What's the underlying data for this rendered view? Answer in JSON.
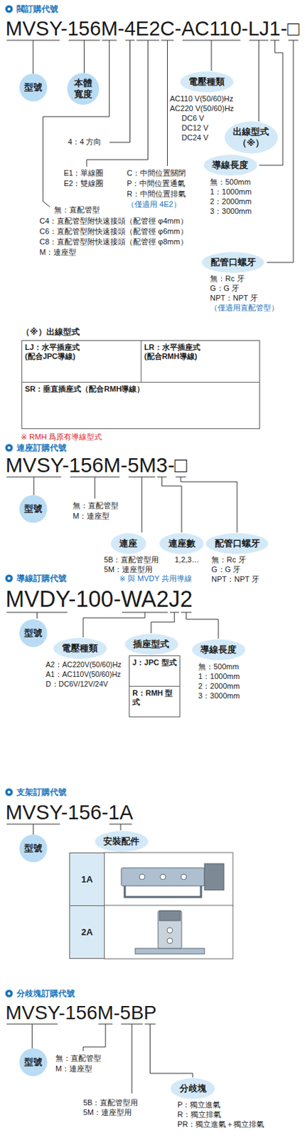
{
  "diagram": {
    "nodes": [
      {
        "text": [
          "型號"
        ]
      },
      {
        "text": [
          "本體寬度"
        ]
      },
      {
        "text": [
          "電壓種類"
        ]
      },
      {
        "text": [
          "出線型式",
          "（※）"
        ]
      },
      {
        "text": [
          "導線長度"
        ]
      },
      {
        "text": [
          "配管口螺牙"
        ]
      },
      {
        "text": [
          "（※）出線型式"
        ]
      },
      {
        "text": [
          "LJ：水平插座式 (配合JPC導線)"
        ],
        "in": 6
      },
      {
        "text": [
          "LR：水平插座式 (配合RMH導線)"
        ],
        "in": 6
      },
      {
        "text": [
          "SR：垂直插座式（配合RMH導線）"
        ],
        "in": 6
      },
      {
        "text": [
          "型號"
        ]
      },
      {
        "text": [
          "連座"
        ]
      },
      {
        "text": [
          "連座數"
        ]
      },
      {
        "text": [
          "配管口螺牙"
        ]
      },
      {
        "text": [
          "型號"
        ]
      },
      {
        "text": [
          "電壓種類"
        ]
      },
      {
        "text": [
          "插座型式"
        ]
      },
      {
        "text": [
          "J：JPC 型式"
        ]
      },
      {
        "text": [
          "R：RMH 型式"
        ]
      },
      {
        "text": [
          "導線長度"
        ]
      },
      {
        "text": [
          "型號"
        ]
      },
      {
        "text": [
          "安裝配件"
        ]
      },
      {
        "text": [
          "1A"
        ]
      },
      {
        "text": [
          "2A"
        ]
      },
      {
        "text": [
          "型號"
        ]
      },
      {
        "text": [
          "分歧塊"
        ]
      }
    ],
    "labels": [
      "閥訂購代號",
      "MVSY-156M-4E2C-AC110-LJ1-□",
      "4：4 方向",
      "E1：單線圈",
      "E2：雙線圈",
      "C：中間位置關閉",
      "P：中間位置通氣",
      "R：中間位置排氣",
      "（僅適用 4E2）",
      "AC110 V(50/60)Hz",
      "AC220 V(50/60)Hz",
      "DC6 V",
      "DC12 V",
      "DC24 V",
      "無：500mm",
      "1：1000mm",
      "2：2000mm",
      "3：3000mm",
      "無：直配管型",
      "C4：直配管型附快速接頭（配管徑 φ4mm）",
      "C6：直配管型附快速接頭（配管徑 φ6mm）",
      "C8：直配管型附快速接頭（配管徑 φ8mm）",
      "M：連座型",
      "無：Rc 牙",
      "G：G 牙",
      "NPT：NPT 牙",
      "（僅適用直配管型）",
      "※ RMH 爲原有導線型式",
      "連座訂購代號",
      "MVSY-156M-5M3-□",
      "無：直配管型",
      "M：連座型",
      "5B：直配管型用",
      "5M：連座型用",
      "1,2,3…",
      "無：Rc 牙",
      "G：G 牙",
      "NPT：NPT 牙",
      "導線訂購代號",
      "※ 與 MVDY 共用導線",
      "MVDY-100-WA2J2",
      "A2：AC220V(50/60)Hz",
      "A1：AC110V(50/60)Hz",
      "D：DC6V/12V/24V",
      "無：500mm",
      "1：1000mm",
      "2：2000mm",
      "3：3000mm",
      "支架訂購代號",
      "MVSY-156-1A",
      "分歧塊訂購代號",
      "MVSY-156M-5BP",
      "無：直配管型",
      "M：連座型",
      "5B：直配管型用",
      "5M：連座型用",
      "P：獨立進氣",
      "R：獨立排氣",
      "PR：獨立進氣＋獨立排氣"
    ]
  }
}
